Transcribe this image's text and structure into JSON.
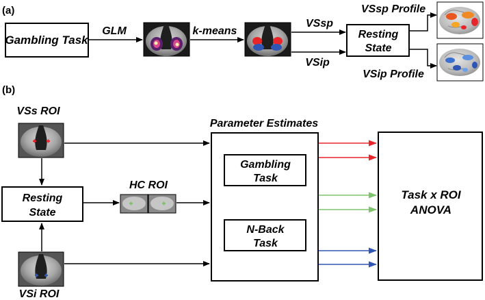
{
  "panel_a": {
    "label": "(a)",
    "gambling_task": "Gambling Task",
    "glm": "GLM",
    "kmeans": "k-means",
    "vssp": "VSsp",
    "vsip": "VSip",
    "resting_state_line1": "Resting",
    "resting_state_line2": "State",
    "vssp_profile": "VSsp Profile",
    "vsip_profile": "VSip Profile"
  },
  "panel_b": {
    "label": "(b)",
    "vss_roi": "VSs ROI",
    "vsi_roi": "VSi ROI",
    "hc_roi": "HC ROI",
    "resting_state_line1": "Resting",
    "resting_state_line2": "State",
    "parameter_estimates": "Parameter Estimates",
    "gambling_line1": "Gambling",
    "gambling_line2": "Task",
    "nback_line1": "N-Back",
    "nback_line2": "Task",
    "anova_line1": "Task x ROI",
    "anova_line2": "ANOVA"
  },
  "colors": {
    "red_arrow": "#e8262a",
    "green_arrow": "#7dc36b",
    "blue_arrow": "#2f55b5"
  }
}
